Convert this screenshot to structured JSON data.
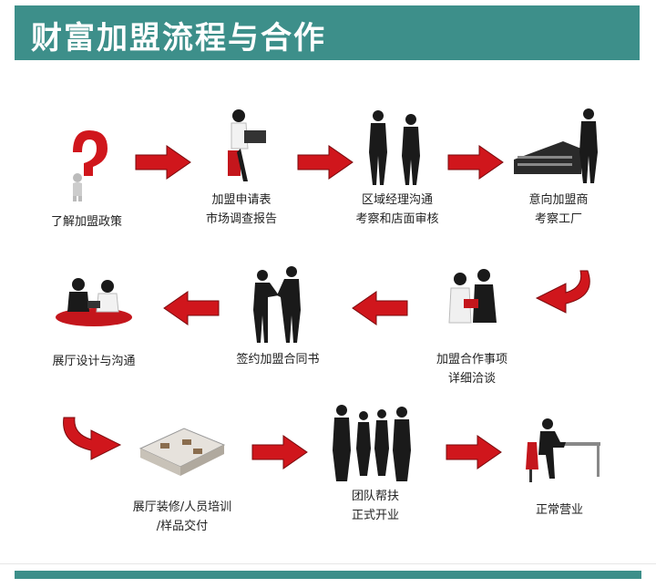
{
  "header": {
    "title": "财富加盟流程与合作"
  },
  "steps": [
    {
      "line1": "了解加盟政策",
      "line2": ""
    },
    {
      "line1": "加盟申请表",
      "line2": "市场调查报告"
    },
    {
      "line1": "区域经理沟通",
      "line2": "考察和店面审核"
    },
    {
      "line1": "意向加盟商",
      "line2": "考察工厂"
    },
    {
      "line1": "加盟合作事项",
      "line2": "详细洽谈"
    },
    {
      "line1": "签约加盟合同书",
      "line2": ""
    },
    {
      "line1": "展厅设计与沟通",
      "line2": ""
    },
    {
      "line1": "展厅装修/人员培训",
      "line2": "/样品交付"
    },
    {
      "line1": "团队帮扶",
      "line2": "正式开业"
    },
    {
      "line1": "正常营业",
      "line2": ""
    }
  ],
  "colors": {
    "accent": "#3d8f8a",
    "arrow": "#d0161c",
    "silhouette": "#1a1a1a"
  }
}
